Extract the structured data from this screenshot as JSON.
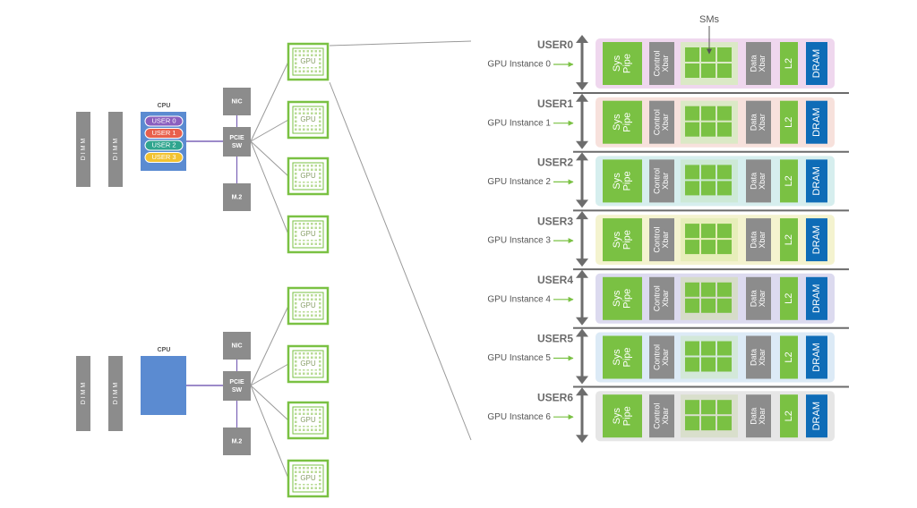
{
  "colors": {
    "green": "#7ac143",
    "gray": "#8c8c8c",
    "dark_gray": "#707070",
    "blue": "#0e6cb7",
    "cpu_blue": "#5b8bd1",
    "arrow": "#6d6d6d",
    "user_pills": [
      "#8b5fbf",
      "#e8604c",
      "#2fa58e",
      "#f2c230"
    ],
    "instance_bgs": [
      "#efd7ee",
      "#f7e1dc",
      "#d6eeee",
      "#f4f3cf",
      "#dcdaef",
      "#dceaf6",
      "#e6e6e6"
    ],
    "sm_bgs": [
      "#dbe9c6",
      "#dbe9c6",
      "#cde9d6",
      "#e7eeba",
      "#d6dcc9",
      "#d3e8d9",
      "#d9dfcc"
    ]
  },
  "labels": {
    "dimm": "DIMM",
    "cpu": "CPU",
    "nic": "NIC",
    "pcie": "PCIE",
    "sw": "SW",
    "m2": "M.2",
    "gpu": "GPU",
    "sms": "SMs",
    "sys": "Sys",
    "pipe": "Pipe",
    "control": "Control",
    "xbar": "Xbar",
    "data": "Data",
    "l2": "L2",
    "dram": "DRAM"
  },
  "cpu_users": [
    "USER 0",
    "USER 1",
    "USER 2",
    "USER 3"
  ],
  "instances": [
    {
      "user": "USER0",
      "name": "GPU Instance 0"
    },
    {
      "user": "USER1",
      "name": "GPU Instance 1"
    },
    {
      "user": "USER2",
      "name": "GPU Instance 2"
    },
    {
      "user": "USER3",
      "name": "GPU Instance 3"
    },
    {
      "user": "USER4",
      "name": "GPU Instance 4"
    },
    {
      "user": "USER5",
      "name": "GPU Instance 5"
    },
    {
      "user": "USER6",
      "name": "GPU Instance 6"
    }
  ]
}
